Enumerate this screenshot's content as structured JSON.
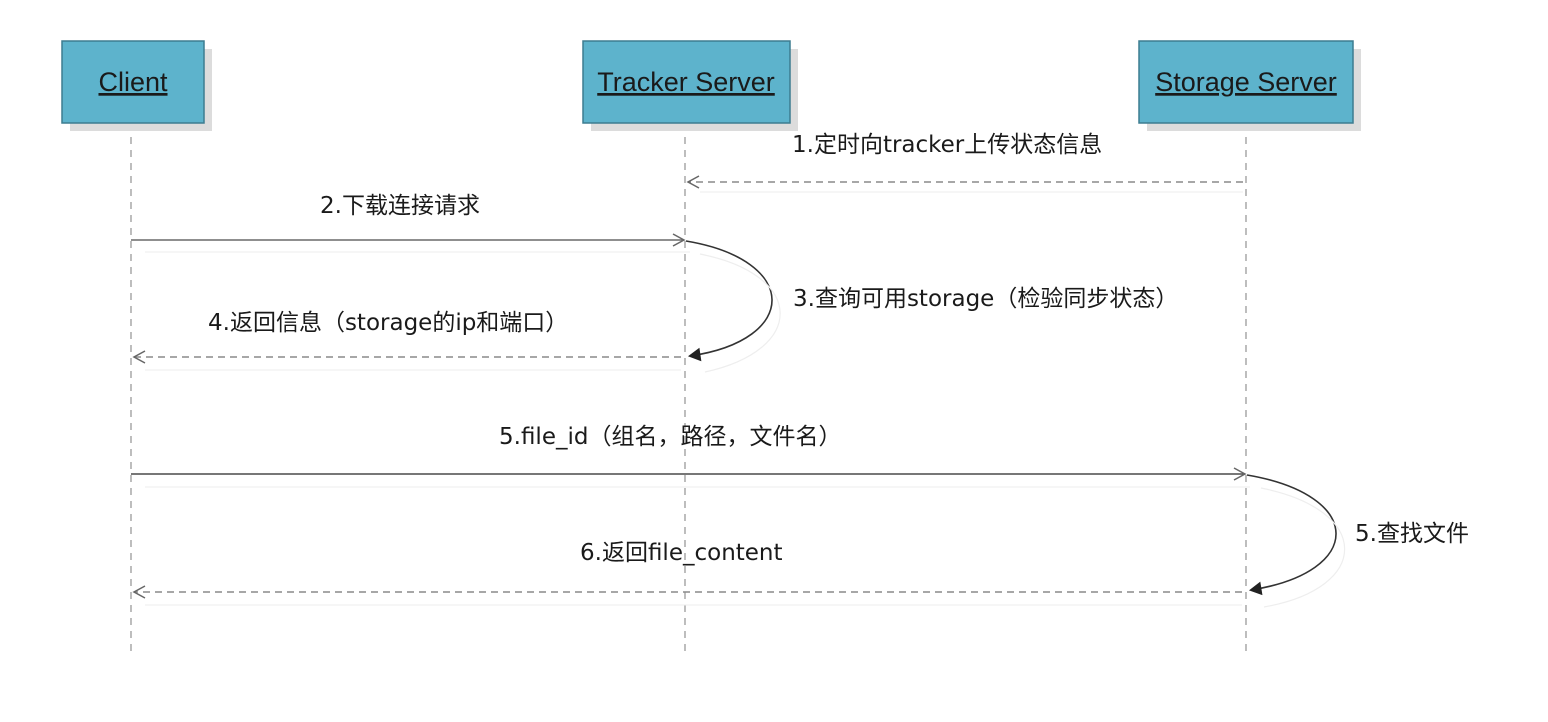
{
  "lifelines": [
    {
      "id": "client",
      "label": "Client"
    },
    {
      "id": "tracker",
      "label": "Tracker Server"
    },
    {
      "id": "storage",
      "label": "Storage Server"
    }
  ],
  "messages": [
    {
      "id": "m1",
      "label": "1.定时向tracker上传状态信息",
      "from": "storage",
      "to": "tracker",
      "style": "dashed"
    },
    {
      "id": "m2",
      "label": "2.下载连接请求",
      "from": "client",
      "to": "tracker",
      "style": "solid"
    },
    {
      "id": "m3",
      "label": "3.查询可用storage（检验同步状态）",
      "from": "tracker",
      "to": "tracker",
      "style": "self"
    },
    {
      "id": "m4",
      "label": "4.返回信息（storage的ip和端口）",
      "from": "tracker",
      "to": "client",
      "style": "dashed"
    },
    {
      "id": "m5",
      "label": "5.file_id（组名，路径，文件名）",
      "from": "client",
      "to": "storage",
      "style": "solid"
    },
    {
      "id": "m6",
      "label": "5.查找文件",
      "from": "storage",
      "to": "storage",
      "style": "self"
    },
    {
      "id": "m7",
      "label": "6.返回file_content",
      "from": "storage",
      "to": "client",
      "style": "dashed"
    }
  ],
  "colors": {
    "box_fill": "#5db3cc",
    "box_border": "#3d7d90",
    "box_shadow": "#d9d9d9",
    "line": "#7a7a7a",
    "arrow": "#555555"
  }
}
